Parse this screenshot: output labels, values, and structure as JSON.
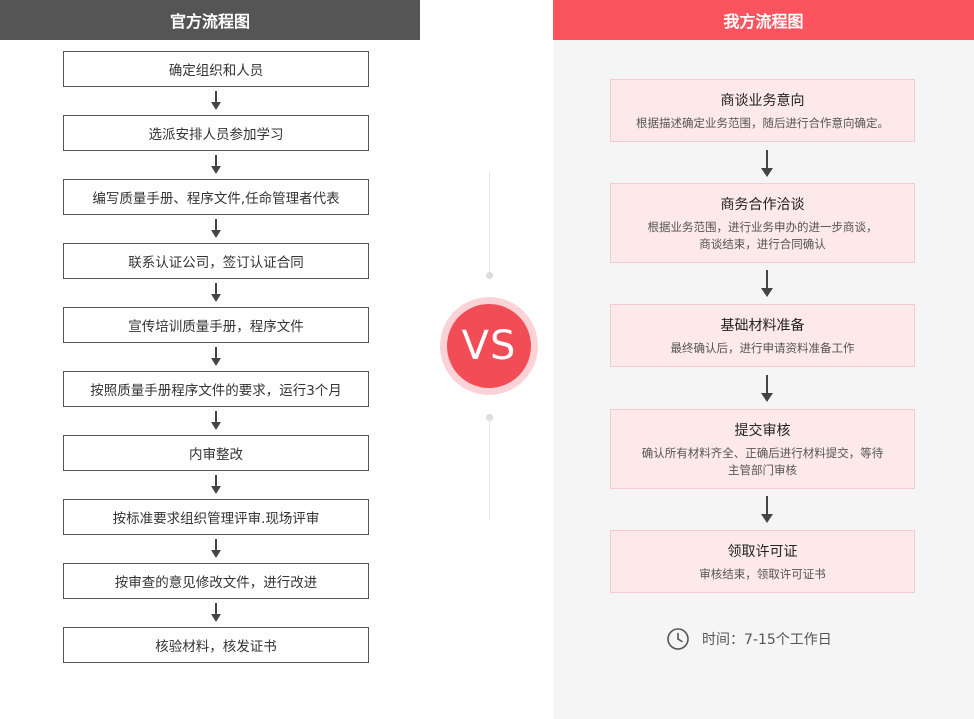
{
  "left": {
    "header": "官方流程图",
    "steps": [
      "确定组织和人员",
      "选派安排人员参加学习",
      "编写质量手册、程序文件,任命管理者代表",
      "联系认证公司，签订认证合同",
      "宣传培训质量手册，程序文件",
      "按照质量手册程序文件的要求，运行3个月",
      "内审整改",
      "按标准要求组织管理评审.现场评审",
      "按审查的意见修改文件，进行改进",
      "核验材料，核发证书"
    ]
  },
  "vs": {
    "label": "VS"
  },
  "right": {
    "header": "我方流程图",
    "steps": [
      {
        "title": "商谈业务意向",
        "desc": [
          "根据描述确定业务范围，随后进行合作意向确定。"
        ]
      },
      {
        "title": "商务合作洽谈",
        "desc": [
          "根据业务范围，进行业务申办的进一步商谈，",
          "商谈结束，进行合同确认"
        ]
      },
      {
        "title": "基础材料准备",
        "desc": [
          "最终确认后，进行申请资料准备工作"
        ]
      },
      {
        "title": "提交审核",
        "desc": [
          "确认所有材料齐全、正确后进行材料提交，等待",
          "主管部门审核"
        ]
      },
      {
        "title": "领取许可证",
        "desc": [
          "审核结束，领取许可证书"
        ]
      }
    ],
    "time": {
      "icon": "clock-icon",
      "text": "时间：7-15个工作日"
    }
  },
  "colors": {
    "left_header_bg": "#555555",
    "right_header_bg": "#fc545f",
    "vs_badge": "#f24d57",
    "card_bg": "#fde8ea"
  }
}
